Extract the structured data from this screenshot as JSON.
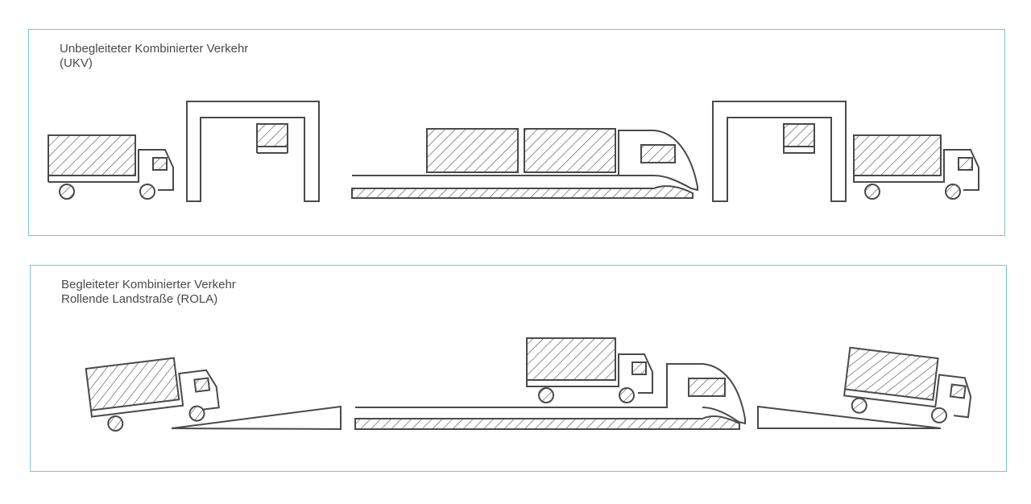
{
  "ukv": {
    "title": "Unbegleiteter Kombinierter Verkehr",
    "subtitle": "(UKV)"
  },
  "rola": {
    "title": "Begleiteter Kombinierter Verkehr",
    "subtitle": "Rollende Landstraße (ROLA)"
  },
  "colors": {
    "panel_border": "#7cc2d6",
    "line": "#4a4a4a",
    "text": "#4a4a4a"
  }
}
